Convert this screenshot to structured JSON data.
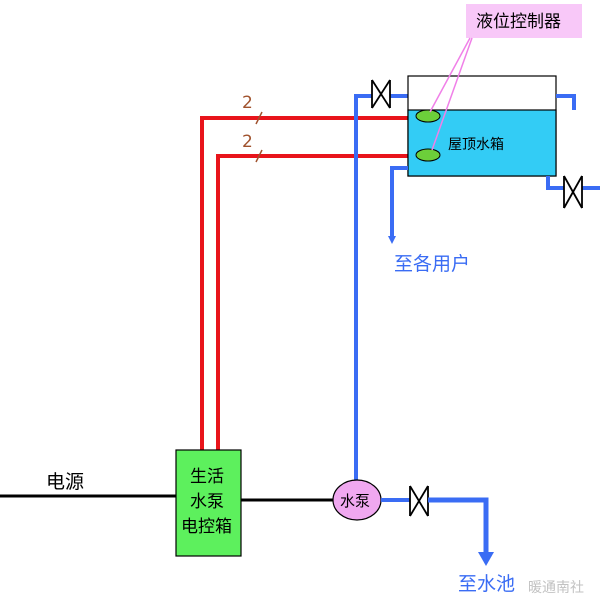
{
  "labels": {
    "controller": "液位控制器",
    "tank": "屋顶水箱",
    "to_users": "至各用户",
    "power": "电源",
    "control_box_line1": "生活",
    "control_box_line2": "水泵",
    "control_box_line3": "电控箱",
    "pump": "水泵",
    "to_pool": "至水池",
    "wire_count_top": "2",
    "wire_count_bottom": "2",
    "watermark": "暖通南社"
  },
  "colors": {
    "pipe": "#3a6cf4",
    "wire": "#e8141b",
    "tank_water": "#33ccf5",
    "control_box": "#5df05d",
    "pump_fill": "#f0a8f0",
    "controller_box": "#f8c8f8",
    "sensor": "#6ccf3a",
    "callout_line": "#f080e8",
    "label_blue": "#3a6cf4"
  }
}
